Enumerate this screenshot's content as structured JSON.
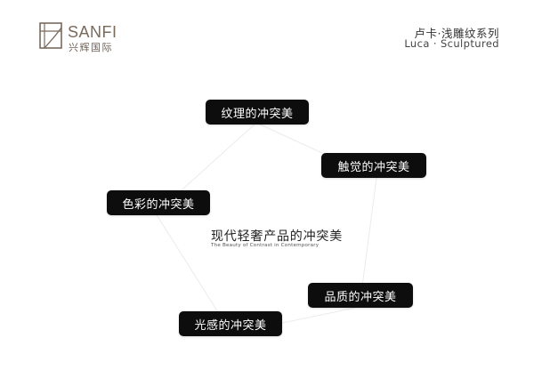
{
  "brand": {
    "name": "SANFI",
    "name_cn": "兴辉国际",
    "color": "#7a6a5c"
  },
  "series": {
    "title_cn": "卢卡·浅雕纹系列",
    "title_en": "Luca · Sculptured"
  },
  "center": {
    "title": "现代轻奢产品的冲突美",
    "subtitle": "The Beauty of Contrast in Contemporary"
  },
  "labels": {
    "texture": "纹理的冲突美",
    "touch": "触觉的冲突美",
    "color": "色彩的冲突美",
    "quality": "品质的冲突美",
    "light": "光感的冲突美"
  },
  "colors": {
    "pill_bg": "#0d0d0d",
    "pill_text": "#ffffff",
    "connector": "#ebebeb"
  }
}
